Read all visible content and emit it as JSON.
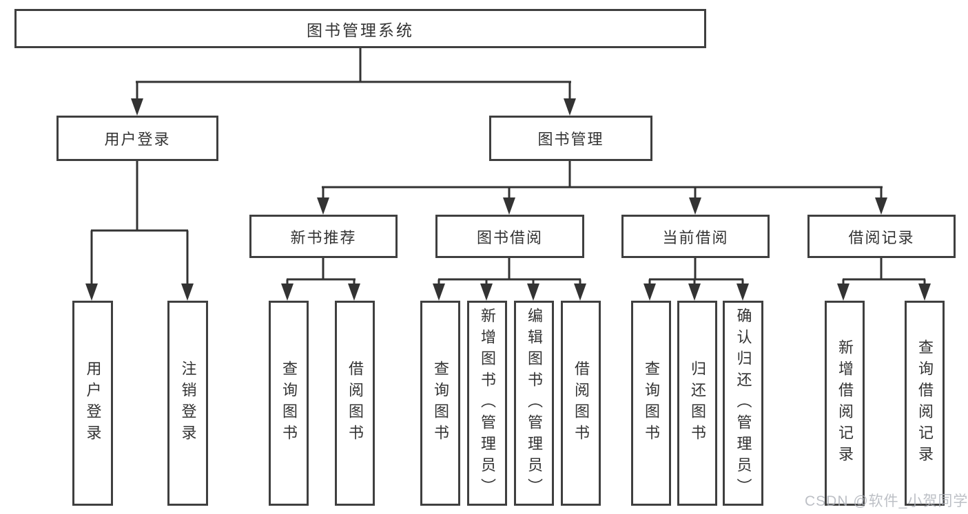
{
  "colors": {
    "background": "#ffffff",
    "box_border": "#3f3f3f",
    "connector_line": "#333333",
    "text": "#333333",
    "watermark": "#aeb2ba"
  },
  "watermark": {
    "text": "CSDN @软件_小贺同学"
  },
  "tree": {
    "root": {
      "label": "图书管理系统",
      "children": [
        {
          "label": "用户登录",
          "children": [
            {
              "label": "用户登录"
            },
            {
              "label": "注销登录"
            }
          ]
        },
        {
          "label": "图书管理",
          "children": [
            {
              "label": "新书推荐",
              "children": [
                {
                  "label": "查询图书"
                },
                {
                  "label": "借阅图书"
                }
              ]
            },
            {
              "label": "图书借阅",
              "children": [
                {
                  "label": "查询图书"
                },
                {
                  "label": "新增图书（管理员）"
                },
                {
                  "label": "编辑图书（管理员）"
                },
                {
                  "label": "借阅图书"
                }
              ]
            },
            {
              "label": "当前借阅",
              "children": [
                {
                  "label": "查询图书"
                },
                {
                  "label": "归还图书"
                },
                {
                  "label": "确认归还（管理员）"
                }
              ]
            },
            {
              "label": "借阅记录",
              "children": [
                {
                  "label": "新增借阅记录"
                },
                {
                  "label": "查询借阅记录"
                }
              ]
            }
          ]
        }
      ]
    }
  }
}
